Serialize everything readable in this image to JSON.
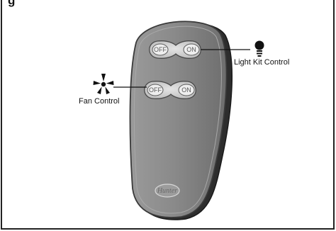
{
  "figure": {
    "label": "g"
  },
  "callouts": {
    "light_kit": "Light Kit Control",
    "fan": "Fan Control"
  },
  "remote": {
    "light_buttons": {
      "off": "OFF",
      "on": "ON"
    },
    "fan_buttons": {
      "off": "OFF",
      "on": "ON"
    },
    "logo": "Hunter"
  },
  "icons": [
    "lightbulb-icon",
    "fan-icon"
  ],
  "colors": {
    "remote_body": "#7d7d7d",
    "remote_edge": "#3a3a3a",
    "button_pad": "#d2d2d2",
    "text": "#111111"
  }
}
